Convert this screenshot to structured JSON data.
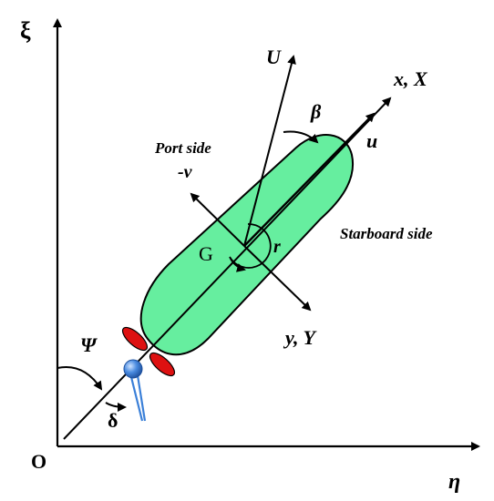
{
  "axes": {
    "xi": "ξ",
    "eta": "η",
    "origin": "O"
  },
  "labels": {
    "U": "U",
    "x_X": "x, X",
    "beta": "β",
    "u": "u",
    "port_side": "Port side",
    "minus_v": "-v",
    "starboard_side": "Starboard side",
    "G": "G",
    "r": "r",
    "y_Y": "y, Y",
    "psi": "Ψ",
    "delta": "δ"
  },
  "colors": {
    "hull_fill": "#66ee9f",
    "propeller": "#dd1111",
    "rudder": "#3a7fd8",
    "line": "#000000"
  }
}
